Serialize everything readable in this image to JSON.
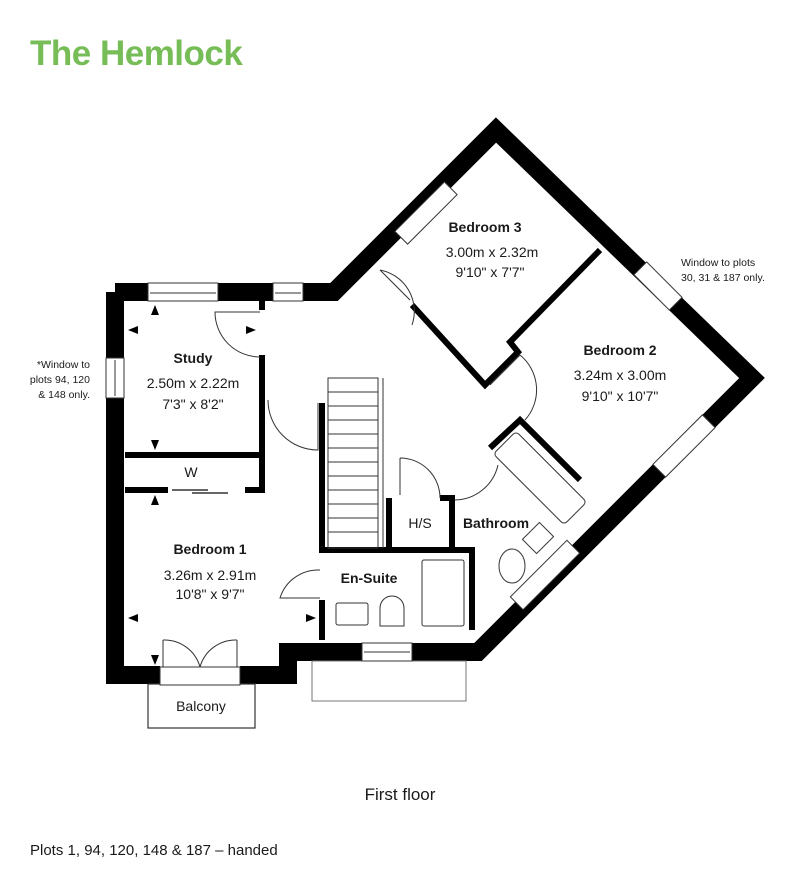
{
  "title": "The Hemlock",
  "accent_color": "#76bd57",
  "rooms": {
    "bedroom3": {
      "name": "Bedroom 3",
      "metric": "3.00m x 2.32m",
      "imperial": "9'10\" x 7'7\""
    },
    "bedroom2": {
      "name": "Bedroom 2",
      "metric": "3.24m x 3.00m",
      "imperial": "9'10\" x 10'7\""
    },
    "study": {
      "name": "Study",
      "metric": "2.50m x 2.22m",
      "imperial": "7'3\" x 8'2\""
    },
    "wardrobe": {
      "name": "W"
    },
    "bedroom1": {
      "name": "Bedroom 1",
      "metric": "3.26m x 2.91m",
      "imperial": "10'8\" x 9'7\""
    },
    "ensuite": {
      "name": "En-Suite"
    },
    "hs": {
      "name": "H/S"
    },
    "bathroom": {
      "name": "Bathroom"
    },
    "balcony": {
      "name": "Balcony"
    }
  },
  "notes": {
    "left": [
      "*Window to",
      "plots 94, 120",
      "& 148 only."
    ],
    "right": [
      "Window to plots",
      "30, 31 & 187 only."
    ]
  },
  "floor_label": "First floor",
  "plots_label": "Plots 1, 94, 120, 148 & 187 – handed"
}
